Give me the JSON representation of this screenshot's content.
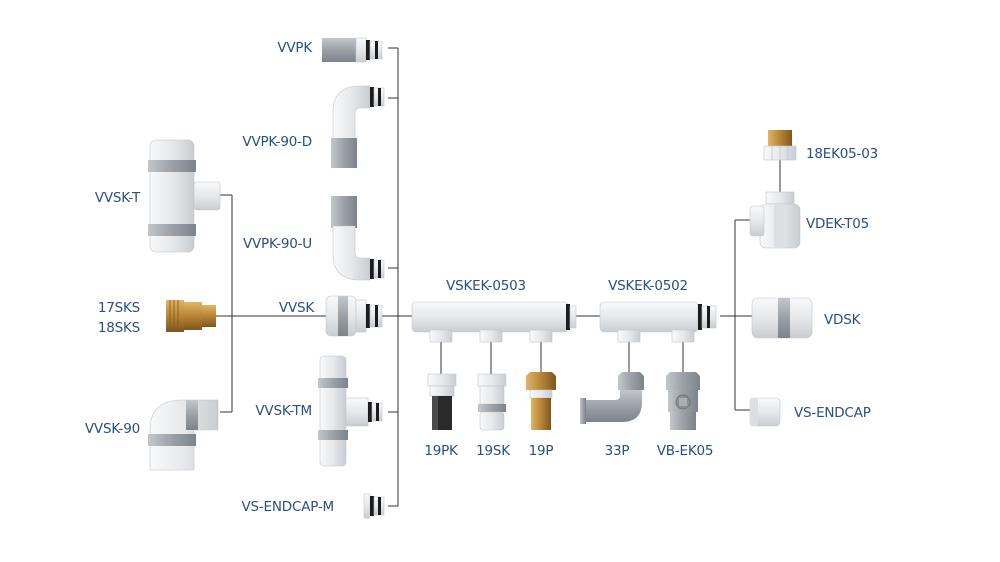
{
  "colors": {
    "label": "#2b4f80",
    "line": "#333333",
    "pipe_white": "#eaecee",
    "pipe_edge": "#c2c6ca",
    "pipe_grey": "#9aa0a6",
    "brass": "#b48234",
    "oring": "#1c1c1c"
  },
  "labels": {
    "vvpk": "VVPK",
    "vvpk_90_d": "VVPK-90-D",
    "vvpk_90_u": "VVPK-90-U",
    "vvsk": "VVSK",
    "vvsk_tm": "VVSK-TM",
    "vs_endcap_m": "VS-ENDCAP-M",
    "vvsk_t": "VVSK-T",
    "sks_17": "17SKS",
    "sks_18": "18SKS",
    "vvsk_90": "VVSK-90",
    "vskek_0503": "VSKEK-0503",
    "vskek_0502": "VSKEK-0502",
    "pk_19": "19PK",
    "sk_19": "19SK",
    "p_19": "19P",
    "p_33": "33P",
    "vb_ek05": "VB-EK05",
    "ek05_03": "18EK05-03",
    "vdek_t05": "VDEK-T05",
    "vdsk": "VDSK",
    "vs_endcap": "VS-ENDCAP"
  }
}
